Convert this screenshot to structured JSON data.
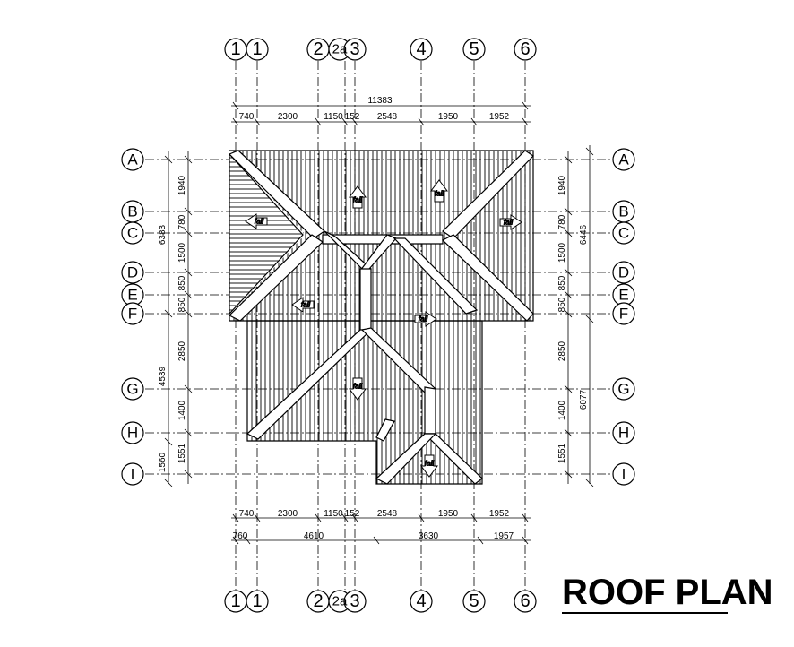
{
  "title": "ROOF PLAN",
  "fall_label": "fall",
  "grid_columns_top": [
    "1",
    "1",
    "2",
    "2a",
    "3",
    "4",
    "5",
    "6"
  ],
  "grid_columns_bottom": [
    "1",
    "1",
    "2",
    "2a",
    "3",
    "4",
    "5",
    "6"
  ],
  "grid_rows": [
    "A",
    "B",
    "C",
    "D",
    "E",
    "F",
    "G",
    "H",
    "I"
  ],
  "top_dimensions": {
    "overall": "11383",
    "segments": [
      "740",
      "2300",
      "1150",
      "152",
      "2548",
      "1950",
      "1952"
    ]
  },
  "bottom_dimensions": {
    "segments_row1": [
      "740",
      "2300",
      "1150",
      "152",
      "2548",
      "1950",
      "1952"
    ],
    "segments_row2": [
      "760",
      "4610",
      "3630",
      "1957"
    ]
  },
  "left_dimensions": {
    "segments": [
      "1940",
      "780",
      "1500",
      "850",
      "850",
      "2850",
      "1400",
      "1551"
    ],
    "overall_upper": "6383",
    "overall_lower": "4539",
    "bottom": "1560"
  },
  "right_dimensions": {
    "segments": [
      "1940",
      "780",
      "1500",
      "850",
      "850",
      "2850",
      "1400",
      "1551"
    ],
    "overall_upper": "6446",
    "overall_lower": "6077"
  }
}
